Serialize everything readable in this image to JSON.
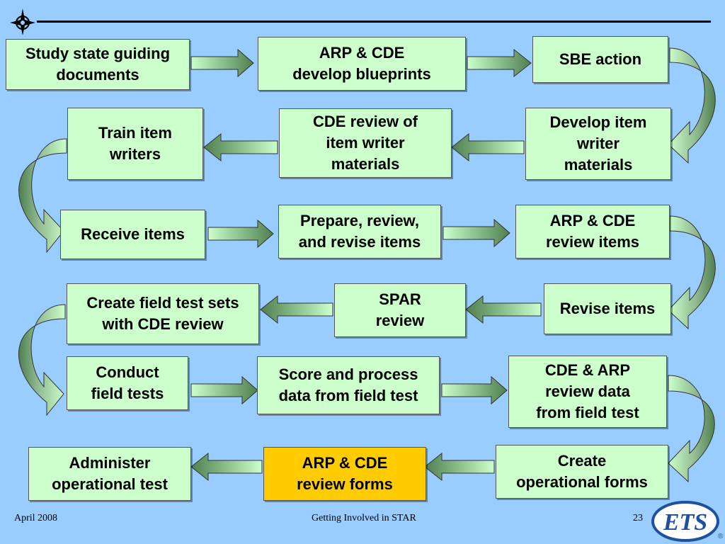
{
  "flow": {
    "steps": [
      {
        "label": "Study state guiding\ndocuments"
      },
      {
        "label": "ARP & CDE\ndevelop blueprints"
      },
      {
        "label": "SBE action"
      },
      {
        "label": "Develop item\nwriter\nmaterials"
      },
      {
        "label": "CDE review of\nitem writer\nmaterials"
      },
      {
        "label": "Train item\nwriters"
      },
      {
        "label": "Receive items"
      },
      {
        "label": "Prepare, review,\nand revise items"
      },
      {
        "label": "ARP & CDE\nreview items"
      },
      {
        "label": "Revise items"
      },
      {
        "label": "SPAR\nreview"
      },
      {
        "label": "Create field test sets\nwith CDE review"
      },
      {
        "label": "Conduct\nfield tests"
      },
      {
        "label": "Score and process\ndata from field test"
      },
      {
        "label": "CDE & ARP\nreview data\nfrom field test"
      },
      {
        "label": "Create\noperational forms"
      },
      {
        "label": "ARP & CDE\nreview forms"
      },
      {
        "label": "Administer\noperational test"
      }
    ],
    "highlighted_step": "ARP & CDE\nreview forms",
    "colors": {
      "background": "#99ccff",
      "box_fill": "#ccffcc",
      "highlight_fill": "#ffcc00",
      "arrow_dark": "#5b8a5b",
      "arrow_light": "#ccffcc"
    }
  },
  "footer": {
    "date": "April  2008",
    "title": "Getting Involved in STAR",
    "page_number": "23"
  },
  "logo": {
    "text": "ETS",
    "mark": "®",
    "icon": "ets-logo"
  },
  "header": {
    "icon": "star-compass-icon"
  }
}
